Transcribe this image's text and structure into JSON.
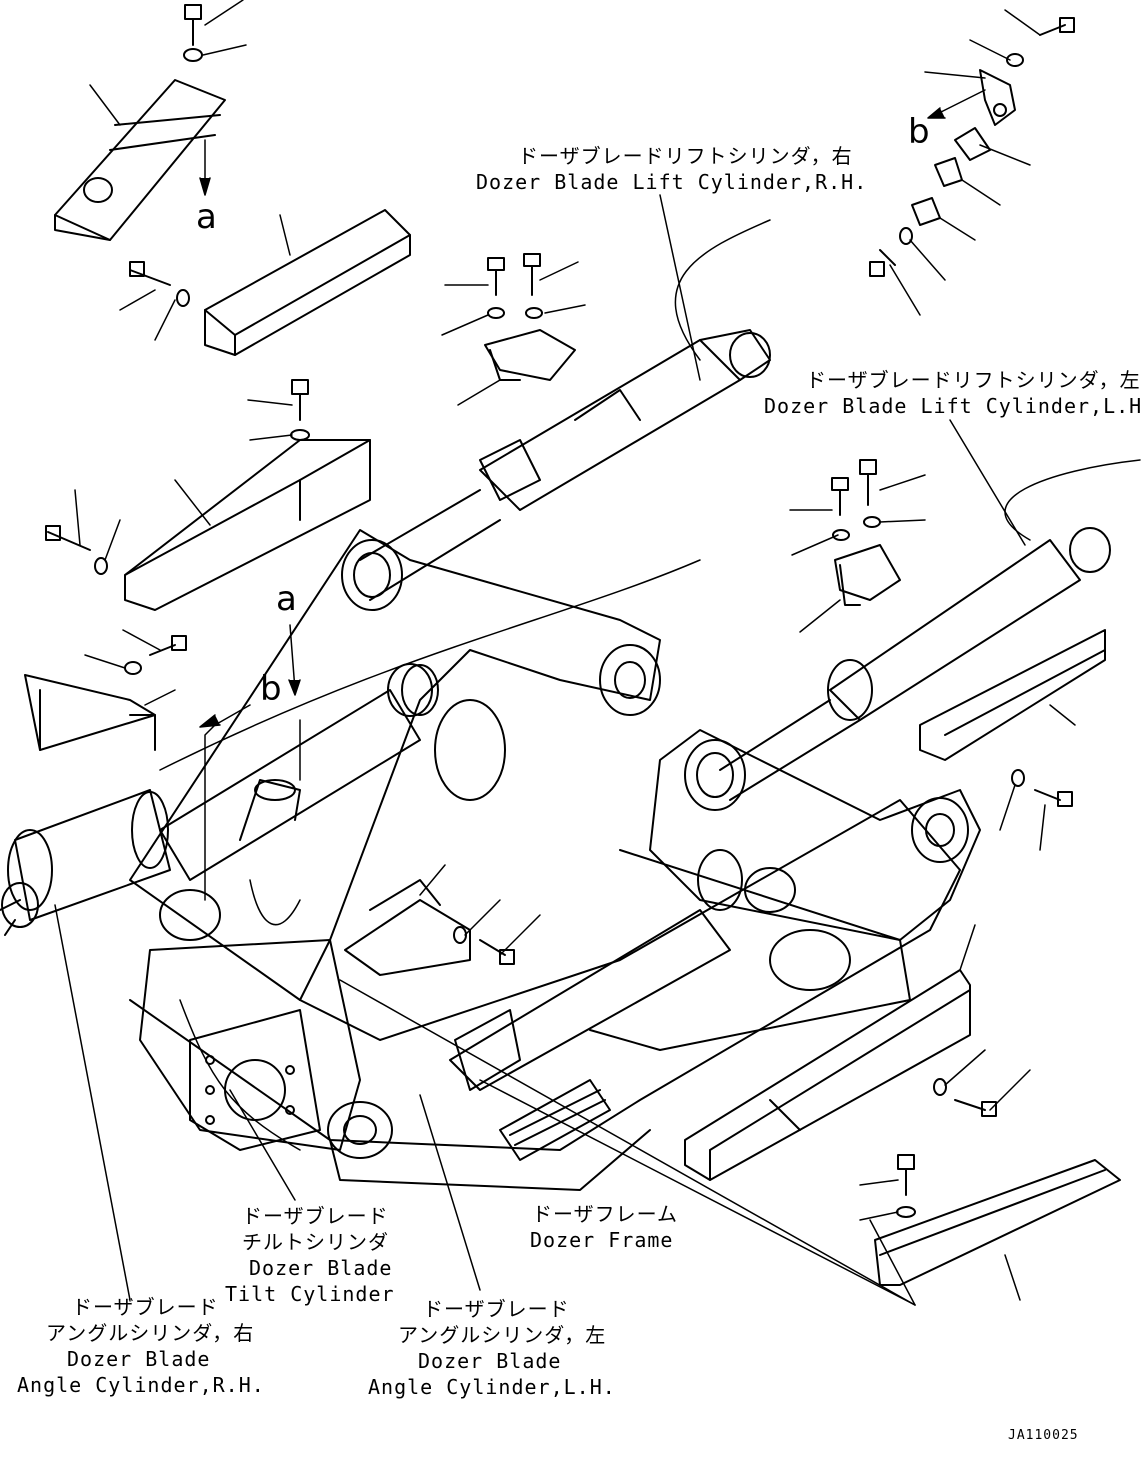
{
  "callouts": {
    "lift_right_jp": "ドーザブレードリフトシリンダ，右",
    "lift_right_en": "Dozer Blade Lift Cylinder,R.H.",
    "lift_left_jp": "ドーザブレードリフトシリンダ，左",
    "lift_left_en": "Dozer Blade Lift Cylinder,L.H.",
    "tilt_jp_1": "ドーザブレード",
    "tilt_jp_2": "チルトシリンダ",
    "tilt_en_1": "Dozer Blade",
    "tilt_en_2": "Tilt Cylinder",
    "frame_jp": "ドーザフレーム",
    "frame_en": "Dozer Frame",
    "angle_right_jp_1": "ドーザブレード",
    "angle_right_jp_2": "アングルシリンダ，右",
    "angle_right_en_1": "Dozer Blade",
    "angle_right_en_2": "Angle Cylinder,R.H.",
    "angle_left_jp_1": "ドーザブレード",
    "angle_left_jp_2": "アングルシリンダ，左",
    "angle_left_en_1": "Dozer Blade",
    "angle_left_en_2": "Angle Cylinder,L.H."
  },
  "view_letters": {
    "a_top": "a",
    "a_mid": "a",
    "b_top": "b",
    "b_mid": "b"
  },
  "drawing_code": "JA110025",
  "colors": {
    "ink": "#000000",
    "paper": "#ffffff"
  }
}
